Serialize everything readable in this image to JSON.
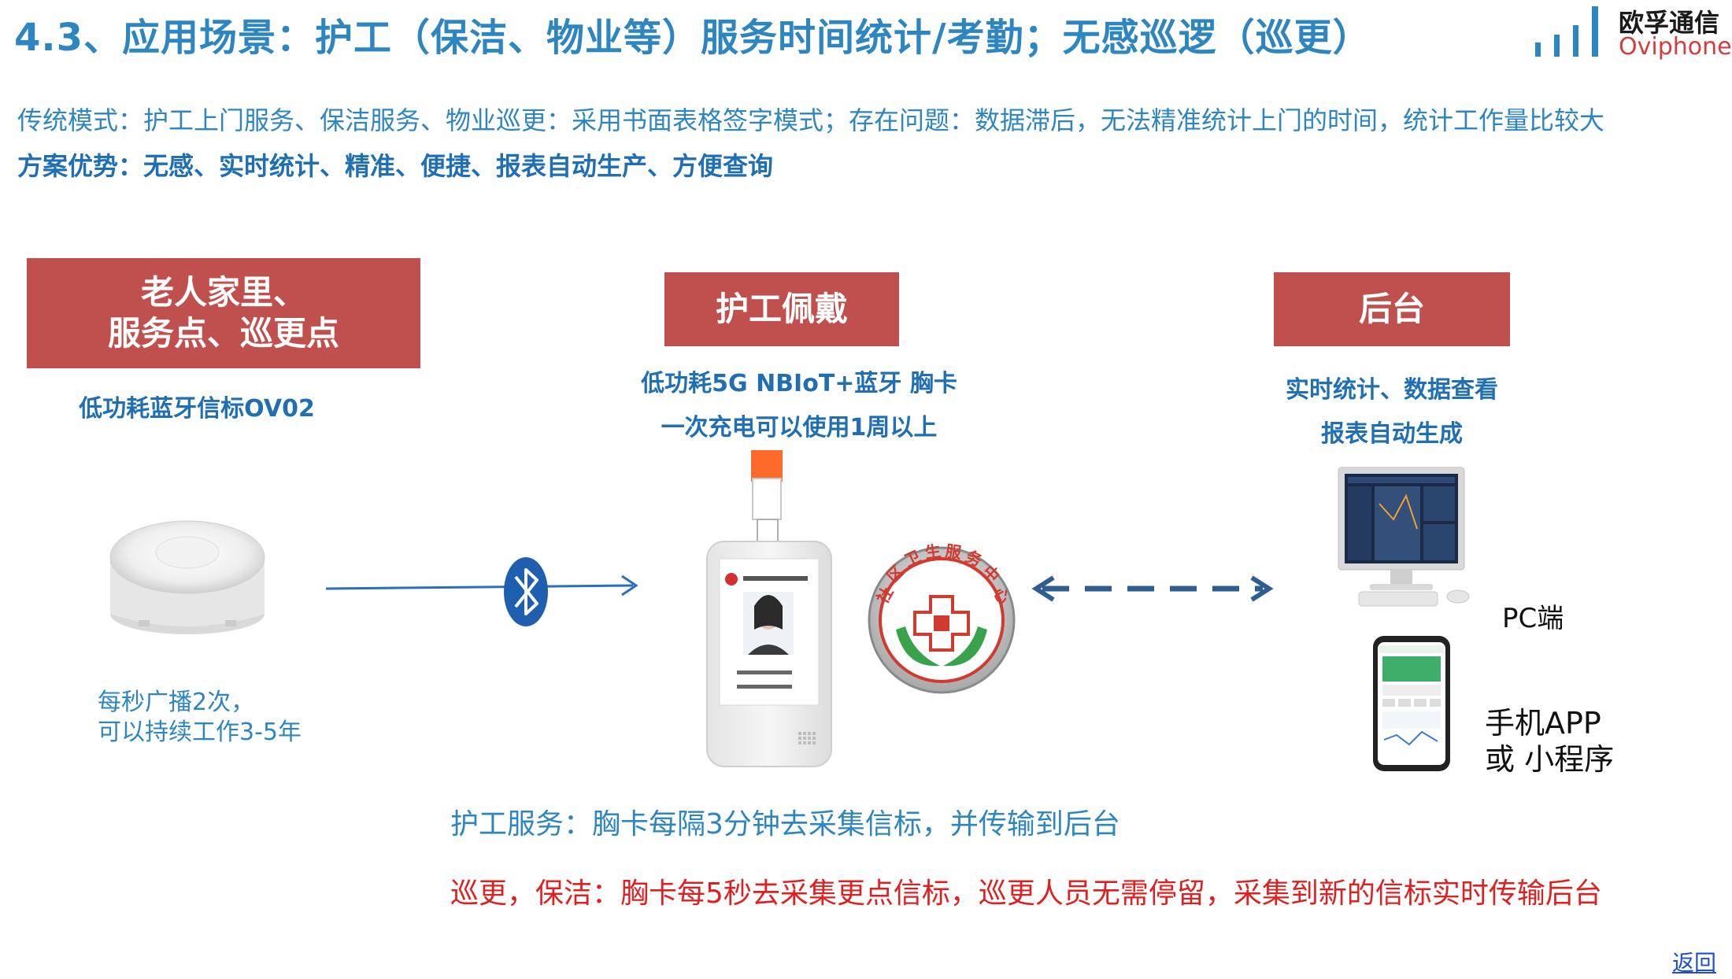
{
  "header": {
    "title": "4.3、应用场景：护工（保洁、物业等）服务时间统计/考勤；无感巡逻（巡更）",
    "logo_cn": "欧孚通信",
    "logo_en": "Oviphone"
  },
  "intro": {
    "traditional": "传统模式：护工上门服务、保洁服务、物业巡更：采用书面表格签字模式；存在问题：数据滞后，无法精准统计上门的时间，统计工作量比较大",
    "advantage": "方案优势：无感、实时统计、精准、便捷、报表自动生产、方便查询"
  },
  "home": {
    "title_line1": "老人家里、",
    "title_line2": "服务点、巡更点",
    "device": "低功耗蓝牙信标OV02",
    "note_line1": "每秒广播2次，",
    "note_line2": "可以持续工作3-5年"
  },
  "wearable": {
    "title": "护工佩戴",
    "line1": "低功耗5G NBIoT+蓝牙 胸卡",
    "line2": "一次充电可以使用1周以上",
    "seal_text": "社区卫生服务中心"
  },
  "backend": {
    "title": "后台",
    "line1": "实时统计、数据查看",
    "line2": "报表自动生成",
    "pc_label": "PC端",
    "app_line1": "手机APP",
    "app_line2": "或 小程序"
  },
  "notes": {
    "service": "护工服务：胸卡每隔3分钟去采集信标，并传输到后台",
    "patrol": "巡更，保洁：胸卡每5秒去采集更点信标，巡更人员无需停留，采集到新的信标实时传输后台"
  },
  "footer": {
    "back_link": "返回"
  },
  "colors": {
    "title_blue": "#2E86C1",
    "box_red": "#C0504D",
    "alert_red": "#E02020",
    "bluetooth_blue": "#1F5FB0"
  }
}
